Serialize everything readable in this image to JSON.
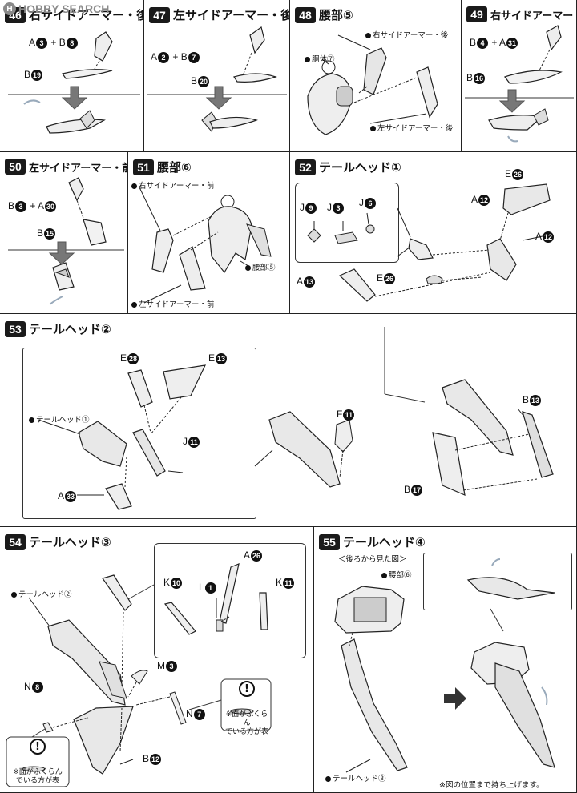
{
  "watermark": {
    "text": "HOBBY SEARCH"
  },
  "steps": {
    "s46": {
      "num": "46",
      "title": "右サイドアーマー・後",
      "combo_a": "A",
      "combo_a_n": "3",
      "combo_plus": "+",
      "combo_b": "B",
      "combo_b_n": "8",
      "part_b": "B",
      "part_b_n": "19"
    },
    "s47": {
      "num": "47",
      "title": "左サイドアーマー・後",
      "combo_a": "A",
      "combo_a_n": "2",
      "combo_plus": "+",
      "combo_b": "B",
      "combo_b_n": "7",
      "part_b": "B",
      "part_b_n": "20"
    },
    "s48": {
      "num": "48",
      "title": "腰部⑤",
      "right_armor": "右サイドアーマー・後",
      "body": "胴体⑦",
      "left_armor": "左サイドアーマー・後"
    },
    "s49": {
      "num": "49",
      "title": "右サイドアーマー・前",
      "combo_a": "B",
      "combo_a_n": "4",
      "combo_plus": "+",
      "combo_b": "A",
      "combo_b_n": "31",
      "part_b": "B",
      "part_b_n": "16"
    },
    "s50": {
      "num": "50",
      "title": "左サイドアーマー・前",
      "combo_a": "B",
      "combo_a_n": "3",
      "combo_plus": "+",
      "combo_b": "A",
      "combo_b_n": "30",
      "part_b": "B",
      "part_b_n": "15"
    },
    "s51": {
      "num": "51",
      "title": "腰部⑥",
      "right_armor": "右サイドアーマー・前",
      "waist": "腰部⑤",
      "left_armor": "左サイドアーマー・前"
    },
    "s52": {
      "num": "52",
      "title": "テールヘッド①",
      "j9_l": "J",
      "j9_n": "9",
      "j3_l": "J",
      "j3_n": "3",
      "j6_l": "J",
      "j6_n": "6",
      "e26a_l": "E",
      "e26a_n": "26",
      "a12a_l": "A",
      "a12a_n": "12",
      "a12b_l": "A",
      "a12b_n": "12",
      "a13_l": "A",
      "a13_n": "13",
      "e26b_l": "E",
      "e26b_n": "26"
    },
    "s53": {
      "num": "53",
      "title": "テールヘッド②",
      "e28_l": "E",
      "e28_n": "28",
      "e13_l": "E",
      "e13_n": "13",
      "tail1": "テールヘッド①",
      "j11_l": "J",
      "j11_n": "11",
      "a33_l": "A",
      "a33_n": "33",
      "f11_l": "F",
      "f11_n": "11",
      "b13_l": "B",
      "b13_n": "13",
      "b17_l": "B",
      "b17_n": "17"
    },
    "s54": {
      "num": "54",
      "title": "テールヘッド③",
      "tail2": "テールヘッド②",
      "a26_l": "A",
      "a26_n": "26",
      "k10_l": "K",
      "k10_n": "10",
      "l1_l": "L",
      "l1_n": "1",
      "k11_l": "K",
      "k11_n": "11",
      "m3_l": "M",
      "m3_n": "3",
      "n8_l": "N",
      "n8_n": "8",
      "n7_l": "N",
      "n7_n": "7",
      "b12_l": "B",
      "b12_n": "12",
      "warn_mark": "!",
      "warn_line1": "※面がふくらん",
      "warn_line2": "でいる方が表"
    },
    "s55": {
      "num": "55",
      "title": "テールヘッド④",
      "subtitle": "＜後ろから見た図＞",
      "waist": "腰部⑥",
      "tail3": "テールヘッド③",
      "note": "※図の位置まで持ち上げます。"
    }
  }
}
